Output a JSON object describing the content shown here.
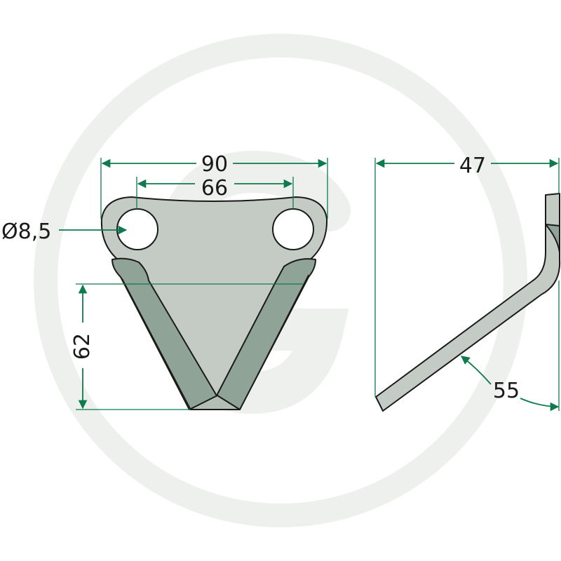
{
  "dimensions": {
    "total_width": "90",
    "hole_spacing": "66",
    "hole_diameter": "Ø8,5",
    "height": "62",
    "side_depth": "47",
    "bend_angle": "55"
  },
  "colors": {
    "background": "#ffffff",
    "watermark": "#eef0ee",
    "dimension_line": "#0e7a4e",
    "blade_face": "#c3cbc4",
    "blade_bevel": "#8fa397",
    "blade_edge": "#b3beb6",
    "outline": "#1a1a1a"
  }
}
